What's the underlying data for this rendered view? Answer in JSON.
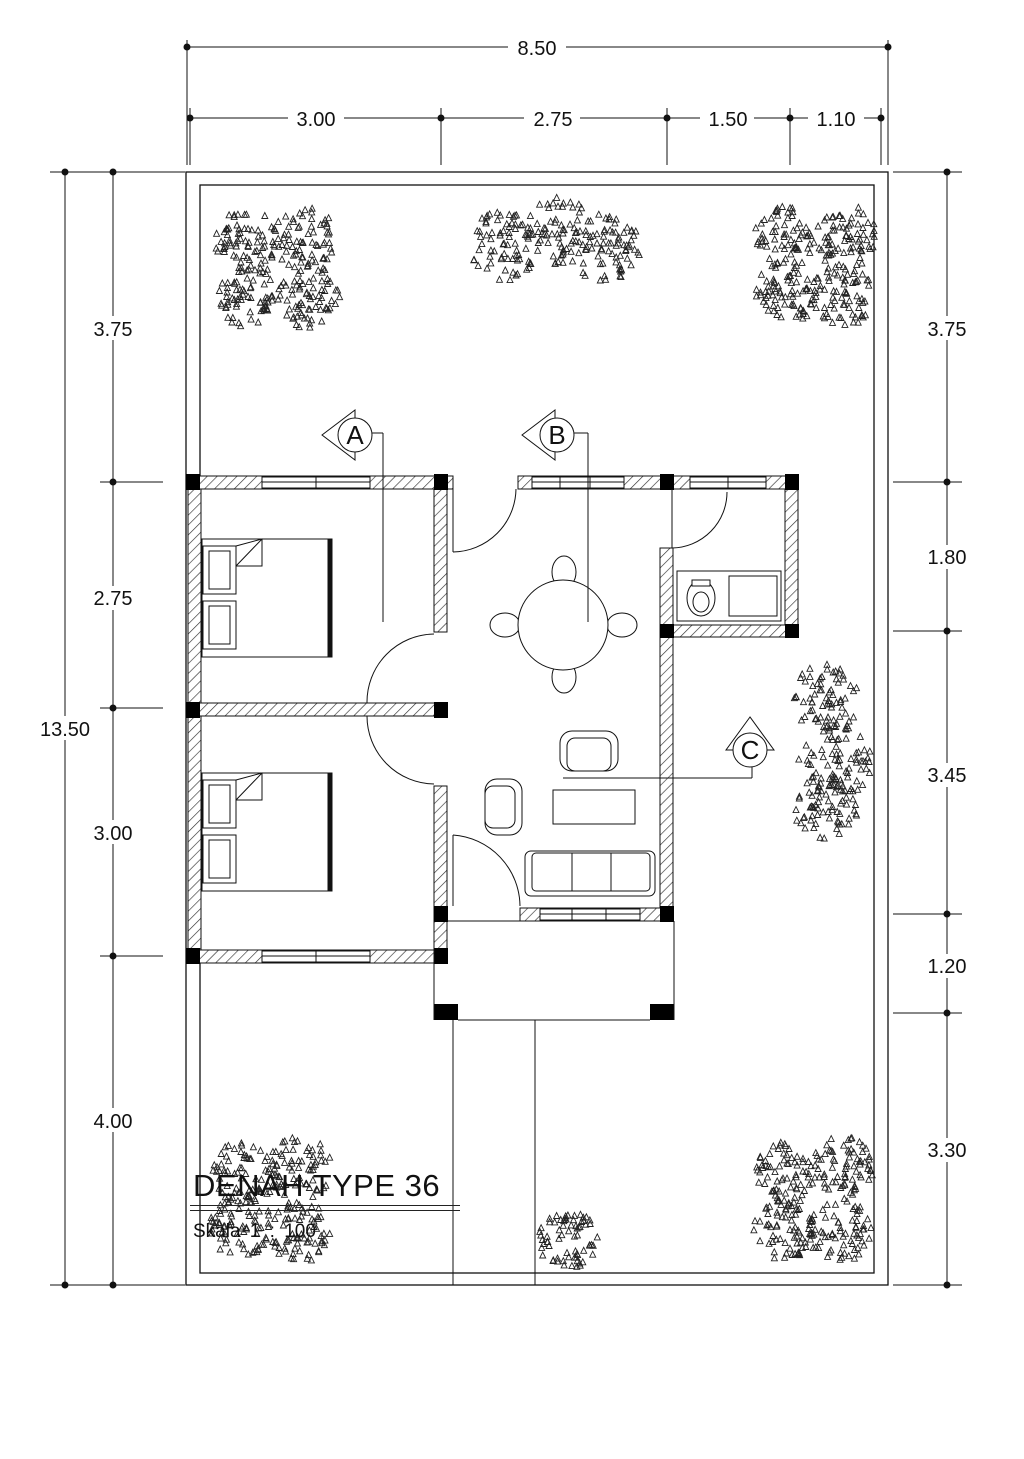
{
  "drawing": {
    "title": "DENAH TYPE 36",
    "scale": "Skala   1  :  100"
  },
  "dimensions": {
    "top_total": "8.50",
    "top_segments": [
      "3.00",
      "2.75",
      "1.50",
      "1.10"
    ],
    "left_total": "13.50",
    "left_segments": [
      "3.75",
      "2.75",
      "3.00",
      "4.00"
    ],
    "right_segments": [
      "3.75",
      "1.80",
      "3.45",
      "1.20",
      "3.30"
    ]
  },
  "section_markers": [
    "A",
    "B",
    "C"
  ],
  "colors": {
    "line": "#111111",
    "hatch": "#222222",
    "column": "#000000",
    "background": "#ffffff"
  }
}
